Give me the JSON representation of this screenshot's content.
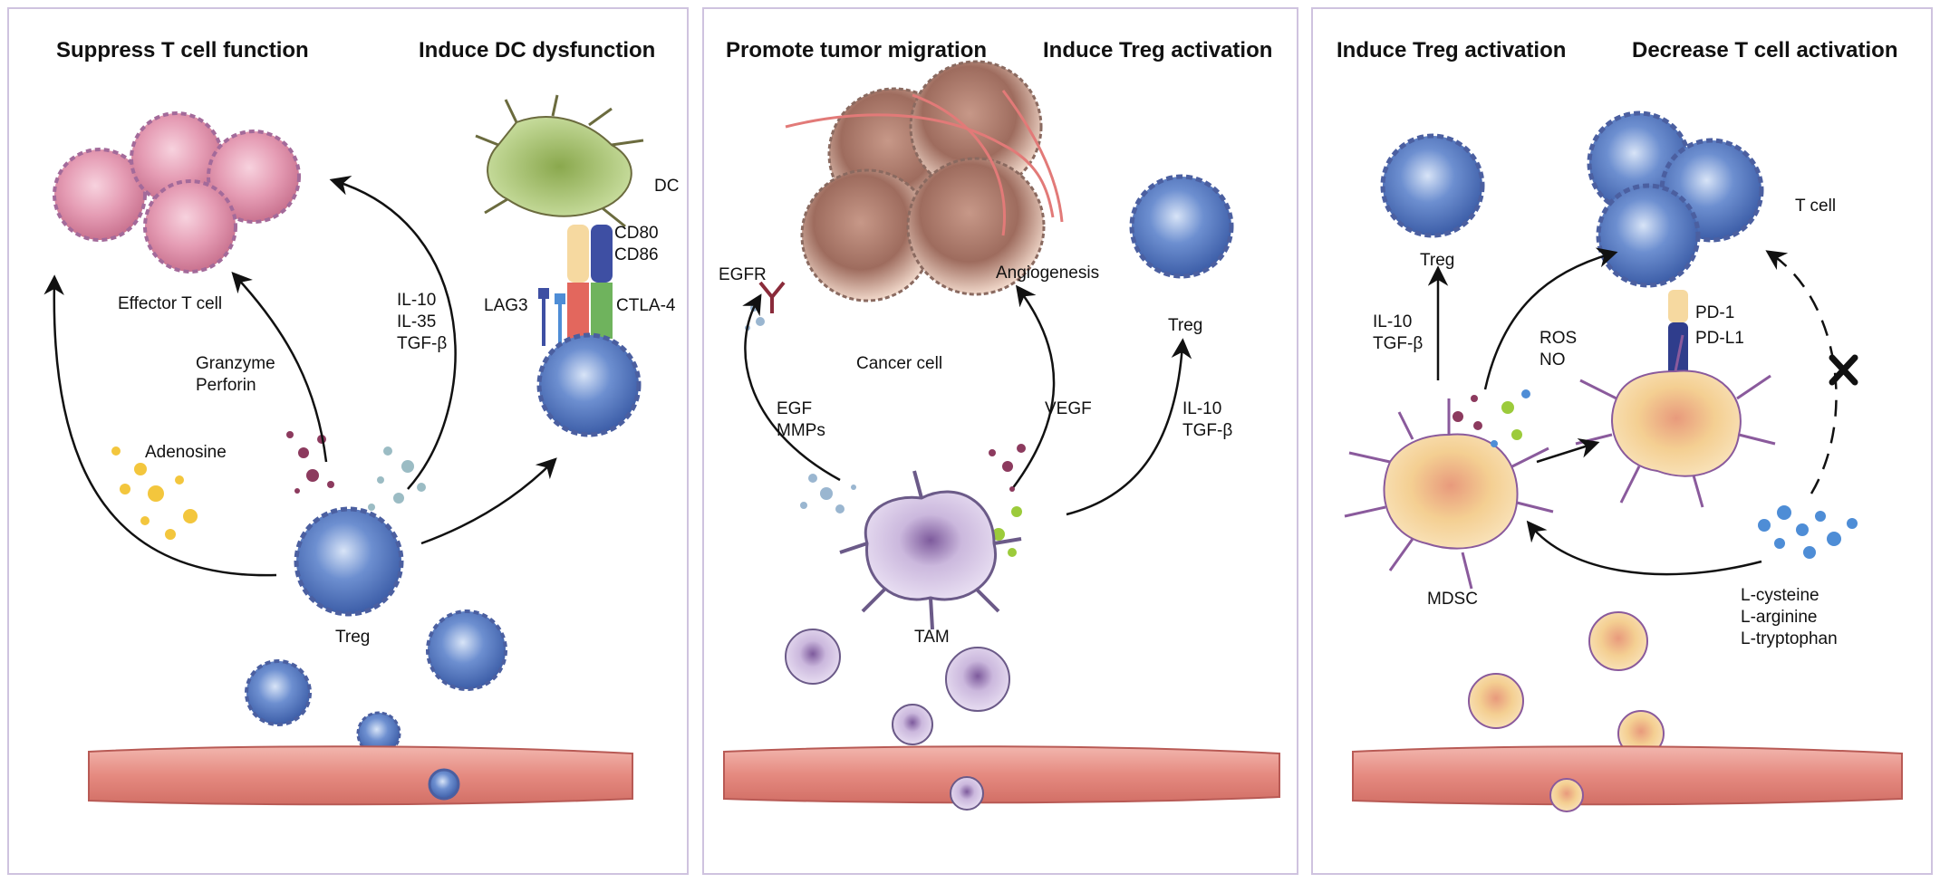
{
  "panels": [
    {
      "headings": [
        "Suppress T cell function",
        "Induce DC dysfunction"
      ],
      "labels": {
        "effector": "Effector T cell",
        "granzyme": "Granzyme\nPerforin",
        "adenosine": "Adenosine",
        "cytokines": "IL-10\nIL-35\nTGF-β",
        "dc": "DC",
        "cd80": "CD80\nCD86",
        "lag3": "LAG3",
        "ctla4": "CTLA-4",
        "treg": "Treg"
      }
    },
    {
      "headings": [
        "Promote tumor migration",
        "Induce Treg activation"
      ],
      "labels": {
        "egfr": "EGFR",
        "cancer": "Cancer cell",
        "angio": "Angiogenesis",
        "treg": "Treg",
        "egf": "EGF\nMMPs",
        "vegf": "VEGF",
        "il10": "IL-10\nTGF-β",
        "tam": "TAM"
      }
    },
    {
      "headings": [
        "Induce Treg activation",
        "Decrease T cell activation"
      ],
      "labels": {
        "treg": "Treg",
        "tcell": "T cell",
        "il10": "IL-10\nTGF-β",
        "ros": "ROS\nNO",
        "pd1": "PD-1",
        "pdl1": "PD-L1",
        "mdsc": "MDSC",
        "amino": "L-cysteine\nL-arginine\nL-tryptophan"
      }
    }
  ],
  "colors": {
    "border": "#cfc3df",
    "treg": "#5b7fc4",
    "effector": "#e79ab3",
    "dc": "#a8cc7a",
    "cancer": "#a9786a",
    "tam": "#b9a4cc",
    "mdsc": "#f0c684",
    "vessel": "#e79489"
  }
}
